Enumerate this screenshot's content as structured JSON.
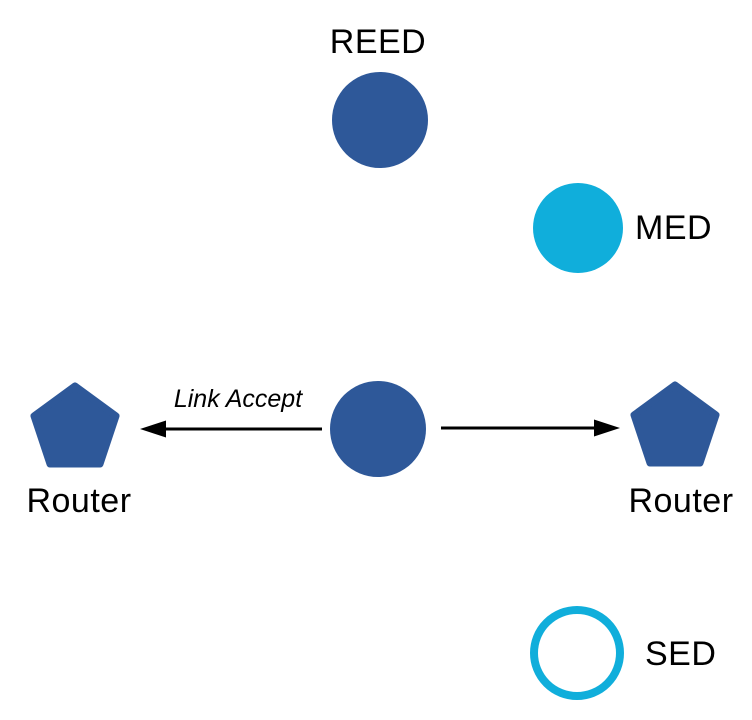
{
  "diagram": {
    "colors": {
      "router_blue": "#2E5899",
      "device_cyan": "#10AEDB",
      "arrow_black": "#000000",
      "background": "#FFFFFF"
    },
    "nodes": {
      "reed": {
        "label": "REED"
      },
      "med": {
        "label": "MED"
      },
      "router_left": {
        "label": "Router"
      },
      "router_right": {
        "label": "Router"
      },
      "sed": {
        "label": "SED"
      }
    },
    "edges": {
      "left_arrow_label": "Link Accept"
    }
  }
}
